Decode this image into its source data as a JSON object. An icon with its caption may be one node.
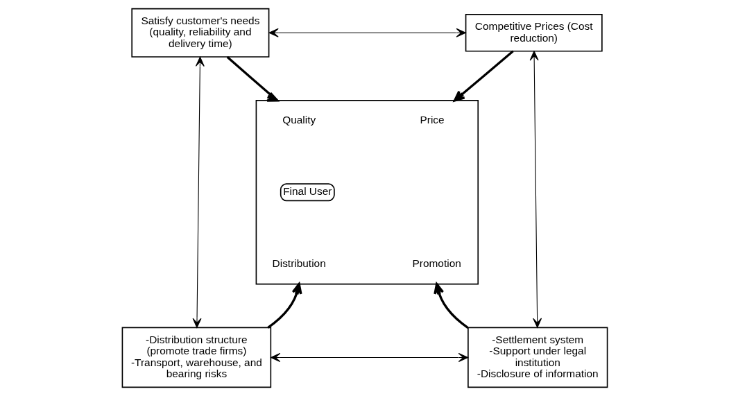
{
  "diagram": {
    "nodes": [
      {
        "text": [
          "Satisfy customer's needs (quality, reliability and delivery time)"
        ]
      },
      {
        "text": [
          "Competitive Prices (Cost reduction)"
        ]
      },
      {
        "text": [],
        "shape": "box"
      },
      {
        "text": [
          "Quality"
        ],
        "in": 2
      },
      {
        "text": [
          "Price"
        ],
        "in": 2
      },
      {
        "text": [
          "Final User"
        ],
        "in": 2
      },
      {
        "text": [
          "Distribution"
        ],
        "in": 2
      },
      {
        "text": [
          "Promotion"
        ],
        "in": 2
      },
      {
        "text": [
          "-Distribution structure (promote trade firms)",
          "-Transport, warehouse, and bearing risks"
        ]
      },
      {
        "text": [
          "-Settlement system",
          "-Support under legal institution",
          "-Disclosure of information"
        ]
      }
    ],
    "edges": [
      {
        "from": 0,
        "to": 1,
        "arrow": "both"
      },
      {
        "from": 0,
        "to": 8,
        "arrow": "both"
      },
      {
        "from": 1,
        "to": 9,
        "arrow": "both"
      },
      {
        "from": 8,
        "to": 9,
        "arrow": "both"
      },
      {
        "from": 0,
        "to": 2,
        "arrow": "to",
        "style": "thick"
      },
      {
        "from": 1,
        "to": 2,
        "arrow": "to",
        "style": "thick"
      },
      {
        "from": 8,
        "to": 2,
        "arrow": "to",
        "style": "thick"
      },
      {
        "from": 9,
        "to": 2,
        "arrow": "to",
        "style": "thick"
      }
    ]
  }
}
